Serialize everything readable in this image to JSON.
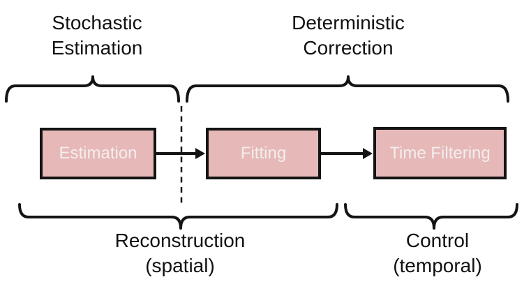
{
  "diagram": {
    "top_groups": [
      {
        "label_lines": [
          "Stochastic",
          "Estimation"
        ]
      },
      {
        "label_lines": [
          "Deterministic",
          "Correction"
        ]
      }
    ],
    "nodes": [
      {
        "label": "Estimation"
      },
      {
        "label": "Fitting"
      },
      {
        "label": "Time Filtering"
      }
    ],
    "bottom_groups": [
      {
        "label_lines": [
          "Reconstruction",
          "(spatial)"
        ]
      },
      {
        "label_lines": [
          "Control",
          "(temporal)"
        ]
      }
    ]
  },
  "colors": {
    "background": "#ffffff",
    "text": "#111111",
    "line": "#141414",
    "box_fill": "#e6b8b8",
    "box_border": "#141414",
    "box_text": "#f4eeee"
  }
}
